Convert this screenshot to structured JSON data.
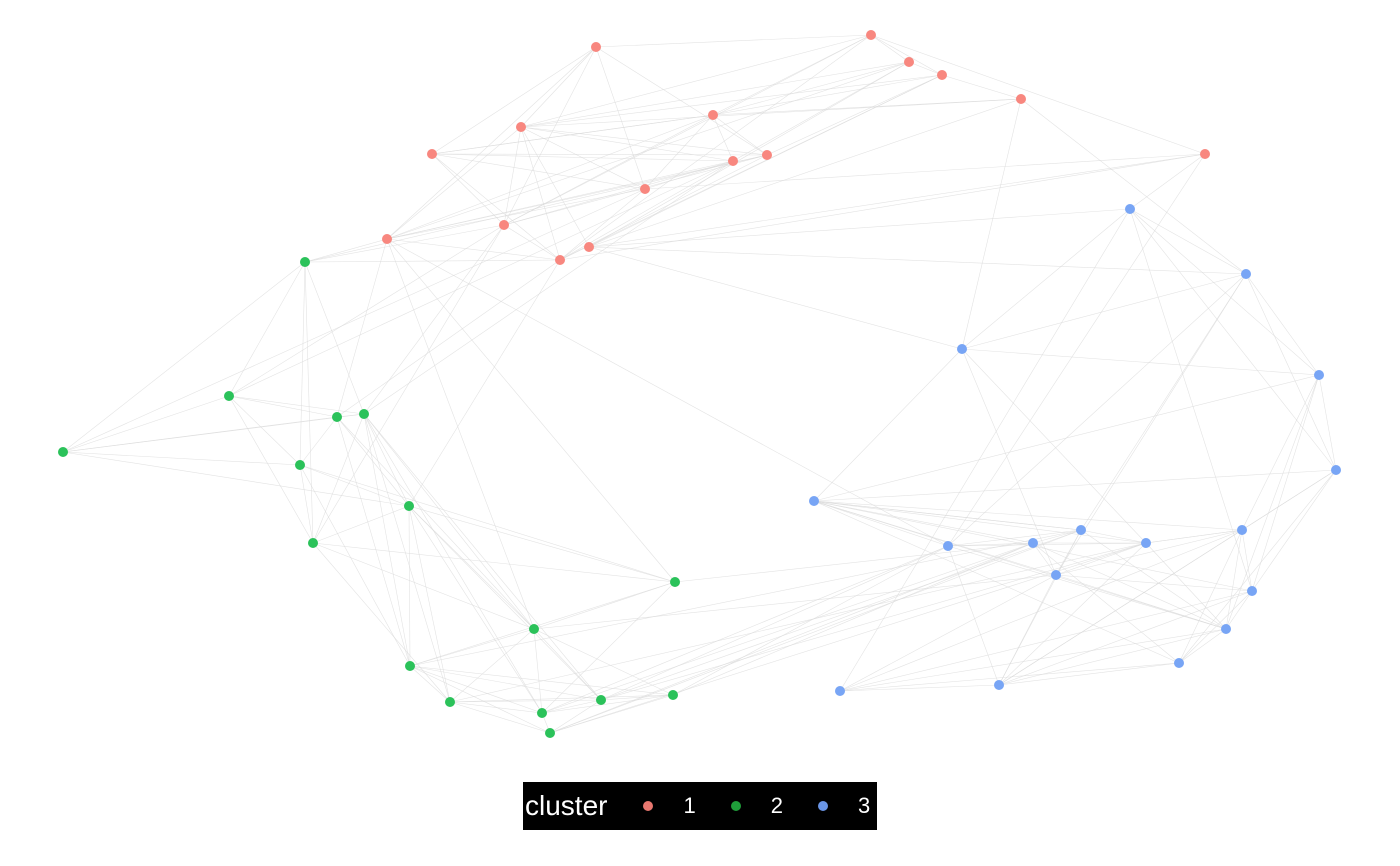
{
  "legend": {
    "title": "cluster",
    "items": [
      {
        "label": "1",
        "key_color": "#e8776f"
      },
      {
        "label": "2",
        "key_color": "#1f9e3a"
      },
      {
        "label": "3",
        "key_color": "#6a95e6"
      }
    ]
  },
  "colors": {
    "cluster_1": "#f8877f",
    "cluster_2": "#2bc25a",
    "cluster_3": "#78a5f5",
    "edge": "#d9d9d9",
    "background": "#ffffff",
    "legend_background": "#000000",
    "legend_text": "#ffffff"
  },
  "network": {
    "nodes": [
      {
        "id": "a1",
        "cluster": 1
      },
      {
        "id": "a2",
        "cluster": 1
      },
      {
        "id": "a3",
        "cluster": 1
      },
      {
        "id": "a4",
        "cluster": 1
      },
      {
        "id": "a5",
        "cluster": 1
      },
      {
        "id": "a6",
        "cluster": 1
      },
      {
        "id": "a7",
        "cluster": 1
      },
      {
        "id": "a8",
        "cluster": 1
      },
      {
        "id": "a9",
        "cluster": 1
      },
      {
        "id": "a10",
        "cluster": 1
      },
      {
        "id": "a11",
        "cluster": 1
      },
      {
        "id": "a12",
        "cluster": 1
      },
      {
        "id": "a13",
        "cluster": 1
      },
      {
        "id": "a14",
        "cluster": 1
      },
      {
        "id": "a15",
        "cluster": 1
      },
      {
        "id": "a16",
        "cluster": 1
      },
      {
        "id": "b1",
        "cluster": 2
      },
      {
        "id": "b2",
        "cluster": 2
      },
      {
        "id": "b3",
        "cluster": 2
      },
      {
        "id": "b4",
        "cluster": 2
      },
      {
        "id": "b5",
        "cluster": 2
      },
      {
        "id": "b6",
        "cluster": 2
      },
      {
        "id": "b7",
        "cluster": 2
      },
      {
        "id": "b8",
        "cluster": 2
      },
      {
        "id": "b9",
        "cluster": 2
      },
      {
        "id": "b10",
        "cluster": 2
      },
      {
        "id": "b11",
        "cluster": 2
      },
      {
        "id": "b12",
        "cluster": 2
      },
      {
        "id": "b13",
        "cluster": 2
      },
      {
        "id": "b14",
        "cluster": 2
      },
      {
        "id": "b15",
        "cluster": 2
      },
      {
        "id": "b16",
        "cluster": 2
      },
      {
        "id": "c1",
        "cluster": 3
      },
      {
        "id": "c2",
        "cluster": 3
      },
      {
        "id": "c3",
        "cluster": 3
      },
      {
        "id": "c4",
        "cluster": 3
      },
      {
        "id": "c5",
        "cluster": 3
      },
      {
        "id": "c6",
        "cluster": 3
      },
      {
        "id": "c7",
        "cluster": 3
      },
      {
        "id": "c8",
        "cluster": 3
      },
      {
        "id": "c9",
        "cluster": 3
      },
      {
        "id": "c10",
        "cluster": 3
      },
      {
        "id": "c11",
        "cluster": 3
      },
      {
        "id": "c12",
        "cluster": 3
      },
      {
        "id": "c13",
        "cluster": 3
      },
      {
        "id": "c14",
        "cluster": 3
      },
      {
        "id": "c15",
        "cluster": 3
      },
      {
        "id": "c16",
        "cluster": 3
      },
      {
        "id": "c17",
        "cluster": 3
      }
    ],
    "edges": [
      [
        "a1",
        "a2"
      ],
      [
        "a1",
        "a8"
      ],
      [
        "a1",
        "a7"
      ],
      [
        "a1",
        "a11"
      ],
      [
        "a1",
        "a13"
      ],
      [
        "a1",
        "a12"
      ],
      [
        "a1",
        "a10"
      ],
      [
        "a2",
        "a3"
      ],
      [
        "a2",
        "a4"
      ],
      [
        "a2",
        "a6"
      ],
      [
        "a2",
        "a7"
      ],
      [
        "a2",
        "a14"
      ],
      [
        "a2",
        "a12"
      ],
      [
        "a2",
        "a16"
      ],
      [
        "a3",
        "a4"
      ],
      [
        "a3",
        "a6"
      ],
      [
        "a3",
        "a7"
      ],
      [
        "a3",
        "a13"
      ],
      [
        "a3",
        "a15"
      ],
      [
        "a3",
        "a9"
      ],
      [
        "a4",
        "a5"
      ],
      [
        "a4",
        "a7"
      ],
      [
        "a4",
        "a10"
      ],
      [
        "a4",
        "a15"
      ],
      [
        "a4",
        "a6"
      ],
      [
        "a4",
        "a14"
      ],
      [
        "a5",
        "a15"
      ],
      [
        "a5",
        "a7"
      ],
      [
        "a5",
        "c1"
      ],
      [
        "a5",
        "c3"
      ],
      [
        "a5",
        "a6"
      ],
      [
        "a6",
        "a13"
      ],
      [
        "a6",
        "a12"
      ],
      [
        "a6",
        "a8"
      ],
      [
        "a6",
        "a11"
      ],
      [
        "a6",
        "a10"
      ],
      [
        "a7",
        "a15"
      ],
      [
        "a7",
        "a13"
      ],
      [
        "a7",
        "a14"
      ],
      [
        "a7",
        "a12"
      ],
      [
        "a7",
        "a11"
      ],
      [
        "a7",
        "a9"
      ],
      [
        "a7",
        "a10"
      ],
      [
        "a8",
        "a11"
      ],
      [
        "a8",
        "a12"
      ],
      [
        "a8",
        "a6"
      ],
      [
        "a8",
        "a14"
      ],
      [
        "a8",
        "a9"
      ],
      [
        "a8",
        "a10"
      ],
      [
        "a9",
        "a11"
      ],
      [
        "a9",
        "a12"
      ],
      [
        "a9",
        "a13"
      ],
      [
        "a9",
        "a14"
      ],
      [
        "a9",
        "a6"
      ],
      [
        "a10",
        "a12"
      ],
      [
        "a10",
        "a13"
      ],
      [
        "a10",
        "a14"
      ],
      [
        "a10",
        "b1"
      ],
      [
        "a11",
        "a13"
      ],
      [
        "a11",
        "a14"
      ],
      [
        "a11",
        "a16"
      ],
      [
        "a11",
        "b3"
      ],
      [
        "a12",
        "a14"
      ],
      [
        "a12",
        "b1"
      ],
      [
        "a12",
        "b2"
      ],
      [
        "a13",
        "b1"
      ],
      [
        "a13",
        "b4"
      ],
      [
        "a13",
        "c9"
      ],
      [
        "a13",
        "b10"
      ],
      [
        "a13",
        "a14"
      ],
      [
        "a14",
        "b8"
      ],
      [
        "a14",
        "b1"
      ],
      [
        "a14",
        "a16"
      ],
      [
        "a14",
        "b4"
      ],
      [
        "a15",
        "c1"
      ],
      [
        "a15",
        "c2"
      ],
      [
        "a15",
        "c3"
      ],
      [
        "a15",
        "a16"
      ],
      [
        "a16",
        "c2"
      ],
      [
        "a16",
        "c9"
      ],
      [
        "a9",
        "b2"
      ],
      [
        "a9",
        "b5"
      ],
      [
        "a12",
        "b5"
      ],
      [
        "a12",
        "b7"
      ],
      [
        "a13",
        "b9"
      ],
      [
        "b1",
        "b2"
      ],
      [
        "b1",
        "b3"
      ],
      [
        "b1",
        "b5"
      ],
      [
        "b1",
        "b6"
      ],
      [
        "b1",
        "b7"
      ],
      [
        "b2",
        "b3"
      ],
      [
        "b2",
        "b4"
      ],
      [
        "b2",
        "b5"
      ],
      [
        "b2",
        "b6"
      ],
      [
        "b2",
        "b7"
      ],
      [
        "b3",
        "b4"
      ],
      [
        "b3",
        "b5"
      ],
      [
        "b3",
        "b6"
      ],
      [
        "b3",
        "b8"
      ],
      [
        "b4",
        "b5"
      ],
      [
        "b4",
        "b6"
      ],
      [
        "b4",
        "b8"
      ],
      [
        "b4",
        "b10"
      ],
      [
        "b4",
        "b11"
      ],
      [
        "b5",
        "b7"
      ],
      [
        "b5",
        "b8"
      ],
      [
        "b5",
        "b10"
      ],
      [
        "b5",
        "b11"
      ],
      [
        "b5",
        "b12"
      ],
      [
        "b5",
        "b13"
      ],
      [
        "b5",
        "b14"
      ],
      [
        "b6",
        "b7"
      ],
      [
        "b6",
        "b8"
      ],
      [
        "b6",
        "b9"
      ],
      [
        "b6",
        "b11"
      ],
      [
        "b7",
        "b8"
      ],
      [
        "b7",
        "b9"
      ],
      [
        "b7",
        "b10"
      ],
      [
        "b7",
        "b12"
      ],
      [
        "b8",
        "b9"
      ],
      [
        "b8",
        "b10"
      ],
      [
        "b8",
        "b11"
      ],
      [
        "b8",
        "b12"
      ],
      [
        "b8",
        "b13"
      ],
      [
        "b8",
        "b14"
      ],
      [
        "b9",
        "b10"
      ],
      [
        "b9",
        "b11"
      ],
      [
        "b9",
        "b13"
      ],
      [
        "b9",
        "c10"
      ],
      [
        "b10",
        "b11"
      ],
      [
        "b10",
        "b12"
      ],
      [
        "b10",
        "b13"
      ],
      [
        "b10",
        "b14"
      ],
      [
        "b10",
        "b15"
      ],
      [
        "b11",
        "b12"
      ],
      [
        "b11",
        "b13"
      ],
      [
        "b11",
        "b14"
      ],
      [
        "b11",
        "b15"
      ],
      [
        "b11",
        "b16"
      ],
      [
        "b12",
        "b13"
      ],
      [
        "b12",
        "b14"
      ],
      [
        "b12",
        "b15"
      ],
      [
        "b12",
        "b16"
      ],
      [
        "b13",
        "b14"
      ],
      [
        "b13",
        "b15"
      ],
      [
        "b13",
        "b16"
      ],
      [
        "b13",
        "c9"
      ],
      [
        "b13",
        "c10"
      ],
      [
        "b14",
        "b15"
      ],
      [
        "b14",
        "b16"
      ],
      [
        "b14",
        "c9"
      ],
      [
        "b14",
        "c12"
      ],
      [
        "b15",
        "b16"
      ],
      [
        "b15",
        "c9"
      ],
      [
        "b15",
        "c10"
      ],
      [
        "b16",
        "c10"
      ],
      [
        "b16",
        "c11"
      ],
      [
        "b16",
        "c12"
      ],
      [
        "c1",
        "c2"
      ],
      [
        "c1",
        "c3"
      ],
      [
        "c1",
        "c4"
      ],
      [
        "c1",
        "c6"
      ],
      [
        "c1",
        "c13"
      ],
      [
        "c1",
        "c12"
      ],
      [
        "c2",
        "c3"
      ],
      [
        "c2",
        "c4"
      ],
      [
        "c2",
        "c5"
      ],
      [
        "c2",
        "c8"
      ],
      [
        "c2",
        "c17"
      ],
      [
        "c3",
        "c4"
      ],
      [
        "c3",
        "c5"
      ],
      [
        "c3",
        "c9"
      ],
      [
        "c3",
        "c11"
      ],
      [
        "c3",
        "c13"
      ],
      [
        "c4",
        "c5"
      ],
      [
        "c4",
        "c6"
      ],
      [
        "c4",
        "c7"
      ],
      [
        "c4",
        "c8"
      ],
      [
        "c4",
        "c14"
      ],
      [
        "c5",
        "c6"
      ],
      [
        "c5",
        "c7"
      ],
      [
        "c5",
        "c8"
      ],
      [
        "c5",
        "c15"
      ],
      [
        "c5",
        "c16"
      ],
      [
        "c6",
        "c7"
      ],
      [
        "c6",
        "c8"
      ],
      [
        "c6",
        "c9"
      ],
      [
        "c6",
        "c10"
      ],
      [
        "c6",
        "c11"
      ],
      [
        "c6",
        "c12"
      ],
      [
        "c6",
        "c13"
      ],
      [
        "c6",
        "c14"
      ],
      [
        "c6",
        "c15"
      ],
      [
        "c7",
        "c8"
      ],
      [
        "c7",
        "c12"
      ],
      [
        "c7",
        "c13"
      ],
      [
        "c7",
        "c14"
      ],
      [
        "c7",
        "c15"
      ],
      [
        "c7",
        "c16"
      ],
      [
        "c7",
        "c17"
      ],
      [
        "c8",
        "c14"
      ],
      [
        "c8",
        "c15"
      ],
      [
        "c8",
        "c16"
      ],
      [
        "c8",
        "c17"
      ],
      [
        "c9",
        "c10"
      ],
      [
        "c9",
        "c11"
      ],
      [
        "c9",
        "c12"
      ],
      [
        "c9",
        "c16"
      ],
      [
        "c9",
        "c14"
      ],
      [
        "c10",
        "c11"
      ],
      [
        "c10",
        "c12"
      ],
      [
        "c10",
        "c13"
      ],
      [
        "c10",
        "c14"
      ],
      [
        "c10",
        "c15"
      ],
      [
        "c11",
        "c12"
      ],
      [
        "c11",
        "c13"
      ],
      [
        "c11",
        "c14"
      ],
      [
        "c11",
        "c16"
      ],
      [
        "c11",
        "c6"
      ],
      [
        "c12",
        "c13"
      ],
      [
        "c12",
        "c14"
      ],
      [
        "c12",
        "c16"
      ],
      [
        "c12",
        "c7"
      ],
      [
        "c13",
        "c14"
      ],
      [
        "c13",
        "c16"
      ],
      [
        "c13",
        "c17"
      ],
      [
        "c13",
        "c8"
      ],
      [
        "c14",
        "c15"
      ],
      [
        "c14",
        "c16"
      ],
      [
        "c14",
        "c17"
      ],
      [
        "c15",
        "c16"
      ],
      [
        "c15",
        "c17"
      ],
      [
        "c16",
        "c17"
      ],
      [
        "b10",
        "c13"
      ],
      [
        "b11",
        "c11"
      ],
      [
        "b12",
        "c12"
      ],
      [
        "b14",
        "c11"
      ]
    ]
  }
}
